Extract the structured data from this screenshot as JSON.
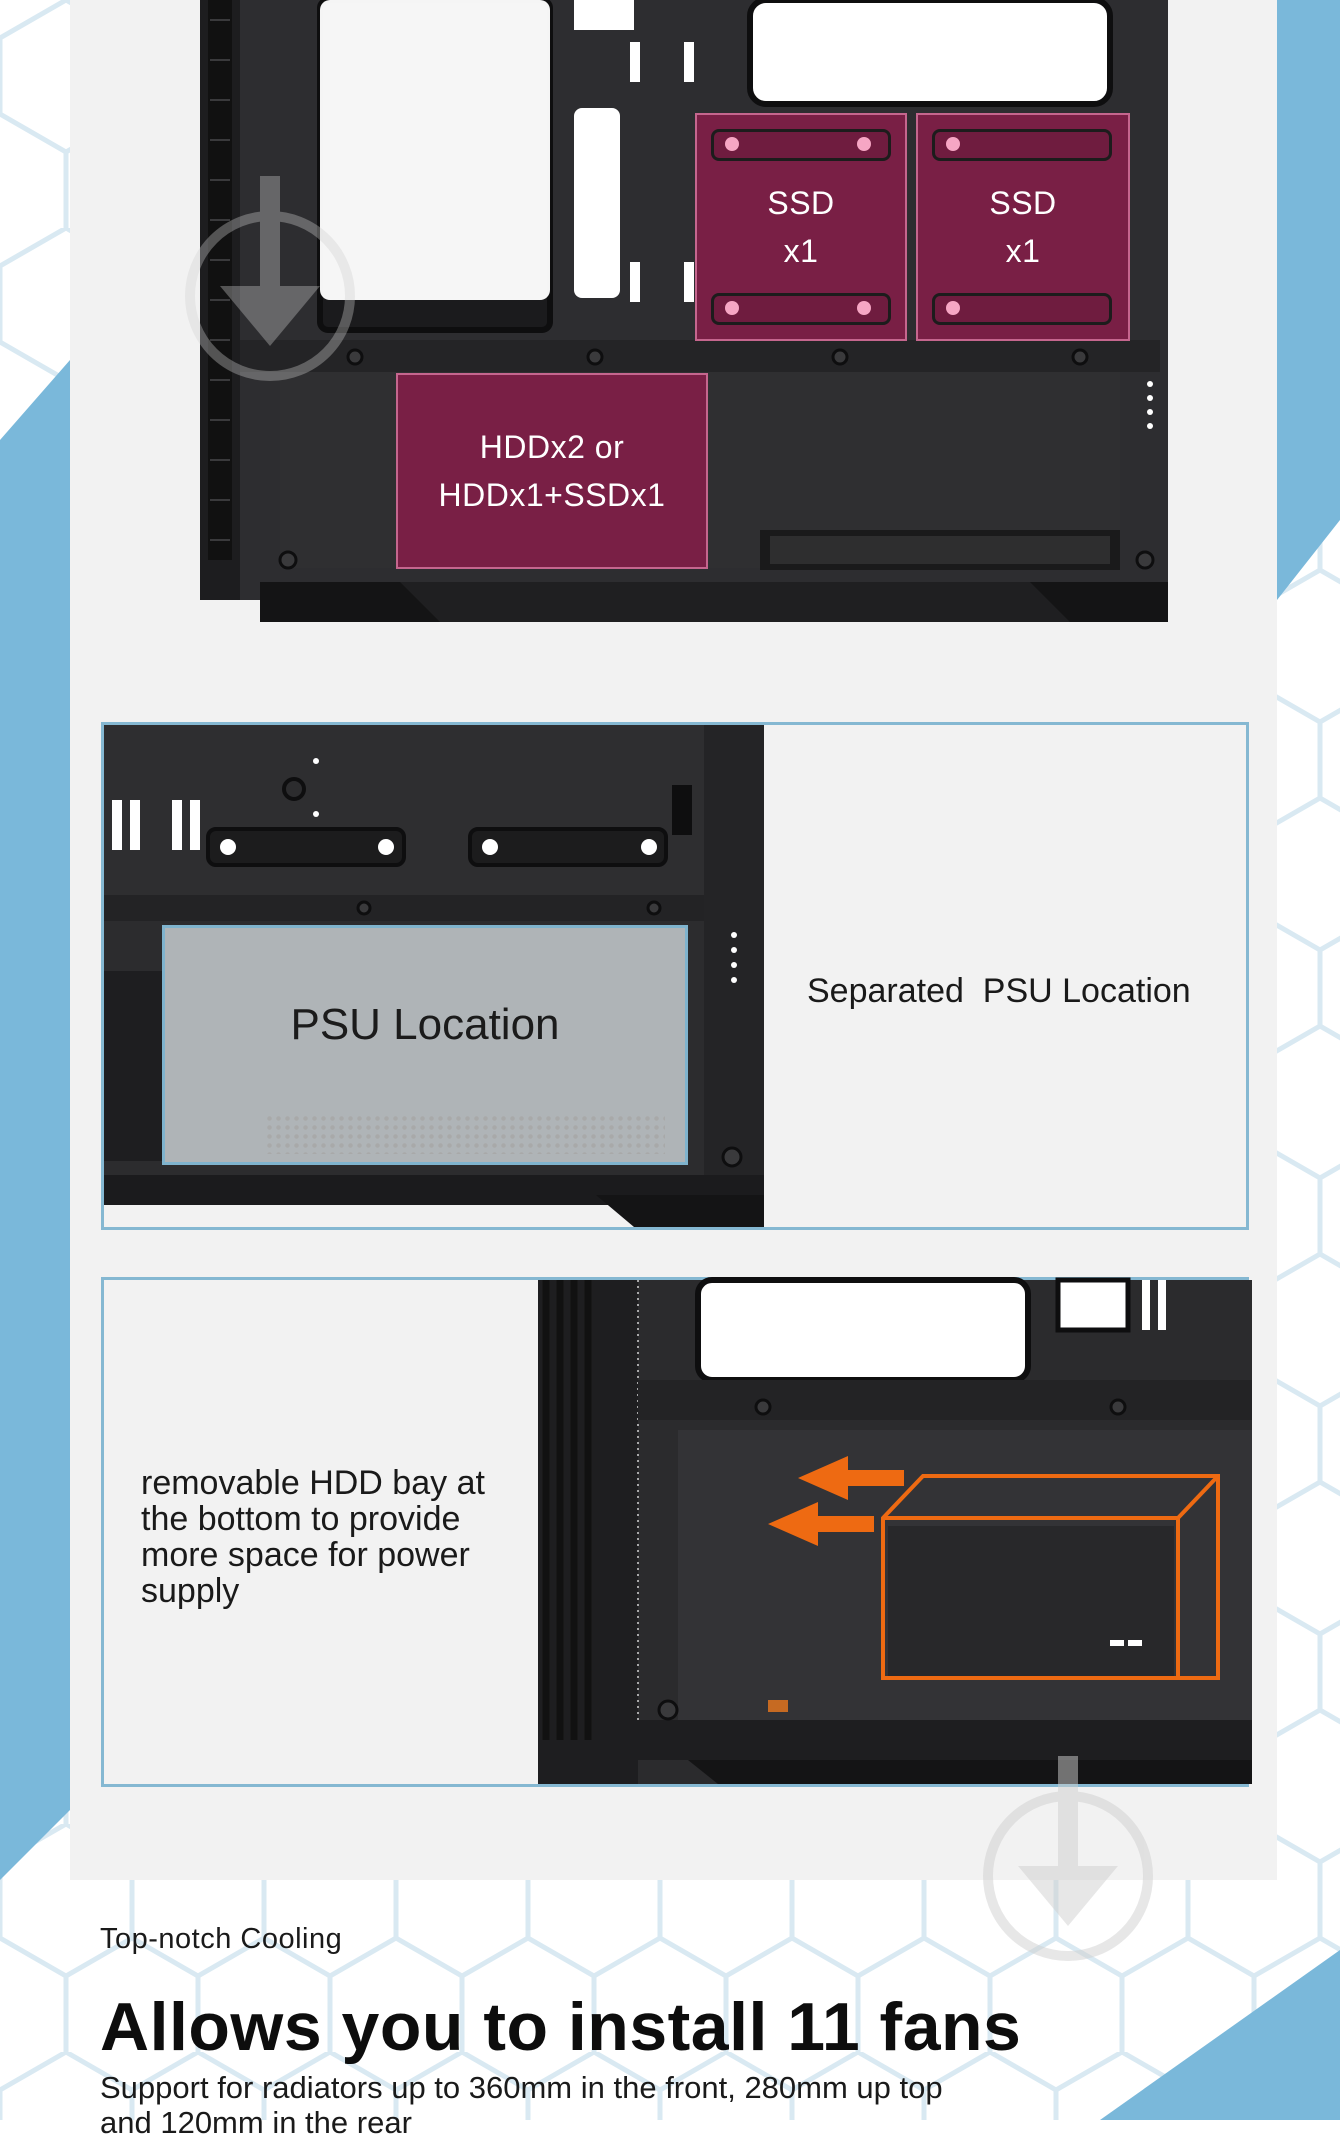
{
  "colors": {
    "accent_blue": "#7ab8da",
    "frame_blue": "#85b8d2",
    "bay_magenta": "#841e48",
    "orange": "#ee6a12",
    "panel_gray": "#f2f2f2",
    "case_dark": "#2b2b2d"
  },
  "figure_bays": {
    "ssd_left": {
      "label": "SSD",
      "count": "x1"
    },
    "ssd_right": {
      "label": "SSD",
      "count": "x1"
    },
    "hdd": {
      "line1": "HDDx2 or",
      "line2": "HDDx1+SSDx1"
    }
  },
  "psu_section": {
    "zone_label": "PSU Location",
    "caption": "Separated  PSU Location"
  },
  "hdd_section": {
    "caption_lines": [
      "removable HDD bay at",
      "the bottom to provide",
      "more space for power",
      "supply"
    ]
  },
  "cooling": {
    "kicker": "Top-notch Cooling",
    "headline": "Allows you to install 11 fans",
    "subtext": "Support for radiators up to 360mm in the front, 280mm up top and 120mm in the rear"
  },
  "icons": {
    "watermark": "download-arrow-icon",
    "cage_arrows": "arrow-left-icon"
  }
}
